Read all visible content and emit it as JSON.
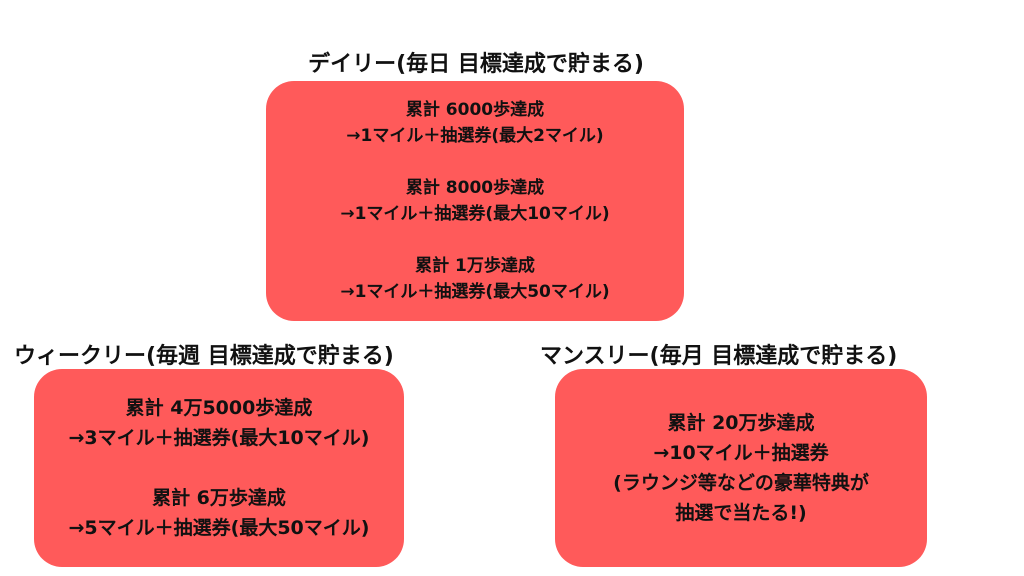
{
  "colors": {
    "box_fill": "#ff5a5a",
    "text": "#111111",
    "background": "#ffffff"
  },
  "daily": {
    "title": "デイリー(毎日 目標達成で貯まる)",
    "tiers": [
      {
        "goal": "累計 6000歩達成",
        "reward": "→1マイル＋抽選券(最大2マイル)"
      },
      {
        "goal": "累計 8000歩達成",
        "reward": "→1マイル＋抽選券(最大10マイル)"
      },
      {
        "goal": "累計 1万歩達成",
        "reward": "→1マイル＋抽選券(最大50マイル)"
      }
    ]
  },
  "weekly": {
    "title": "ウィークリー(毎週 目標達成で貯まる)",
    "tiers": [
      {
        "goal": "累計 4万5000歩達成",
        "reward": "→3マイル＋抽選券(最大10マイル)"
      },
      {
        "goal": "累計 6万歩達成",
        "reward": "→5マイル＋抽選券(最大50マイル)"
      }
    ]
  },
  "monthly": {
    "title": "マンスリー(毎月 目標達成で貯まる)",
    "lines": [
      "累計 20万歩達成",
      "→10マイル＋抽選券",
      "(ラウンジ等などの豪華特典が",
      "抽選で当たる!)"
    ]
  }
}
